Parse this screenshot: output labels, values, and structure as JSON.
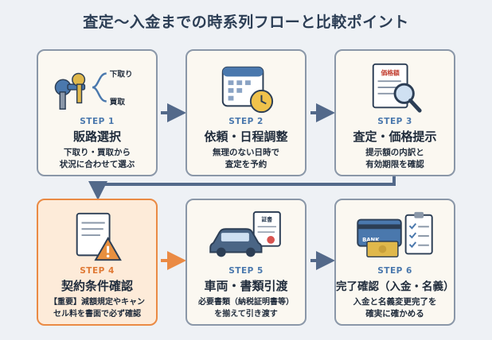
{
  "title": "査定〜入金までの時系列フローと比較ポイント",
  "steps": [
    {
      "step": "STEP 1",
      "name": "販路選択",
      "desc": [
        "下取り・買取から",
        "状況に合わせて選ぶ"
      ],
      "icon_labels": {
        "top": "下取り",
        "bottom": "買取"
      }
    },
    {
      "step": "STEP 2",
      "name": "依頼・日程調整",
      "desc": [
        "無理のない日時で",
        "査定を予約"
      ]
    },
    {
      "step": "STEP 3",
      "name": "査定・価格提示",
      "desc": [
        "提示額の内訳と",
        "有効期限を確認"
      ],
      "icon_labels": {
        "doc": "価格額"
      }
    },
    {
      "step": "STEP 4",
      "name": "契約条件確認",
      "desc": [
        "【重要】減額規定やキャン",
        "セル料を書面で必ず確認"
      ]
    },
    {
      "step": "STEP 5",
      "name": "車両・書類引渡",
      "desc": [
        "必要書類（納税証明書等）",
        "を揃えて引き渡す"
      ],
      "icon_labels": {
        "doc": "証書"
      }
    },
    {
      "step": "STEP 6",
      "name": "完了確認（入金・名義）",
      "desc": [
        "入金と名義変更完了を",
        "確実に確かめる"
      ],
      "icon_labels": {
        "card": "BANK"
      }
    }
  ],
  "colors": {
    "accent": "#4a78ad",
    "highlight": "#ea8a44",
    "arrow": "#53698a"
  }
}
